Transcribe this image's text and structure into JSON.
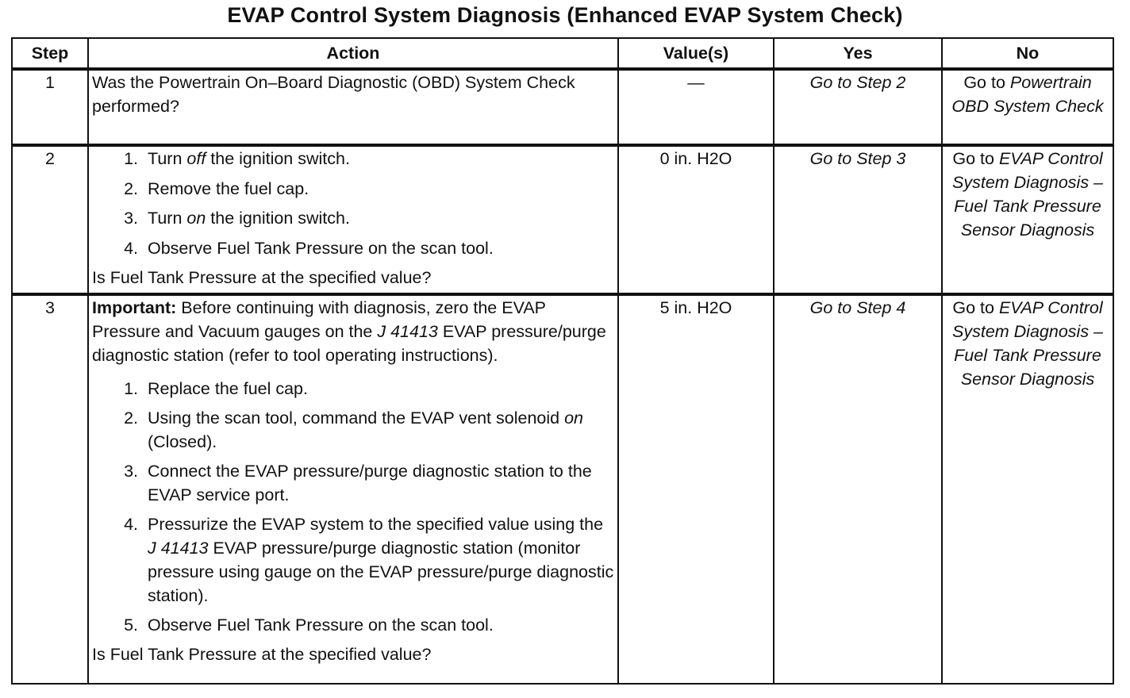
{
  "title": "EVAP Control System Diagnosis (Enhanced EVAP System Check)",
  "headers": {
    "step": "Step",
    "action": "Action",
    "value": "Value(s)",
    "yes": "Yes",
    "no": "No"
  },
  "rows": [
    {
      "step": "1",
      "question": "Was the Powertrain On–Board Diagnostic (OBD) System Check performed?",
      "value": "—",
      "yes": "Go to Step 2",
      "no_lead": "Go to",
      "no_ref": "Powertrain OBD System Check"
    },
    {
      "step": "2",
      "items": [
        {
          "pre": "Turn ",
          "em": "off",
          "post": " the ignition switch."
        },
        {
          "pre": "Remove the fuel cap.",
          "em": "",
          "post": ""
        },
        {
          "pre": "Turn ",
          "em": "on",
          "post": " the ignition switch."
        },
        {
          "pre": "Observe Fuel Tank Pressure on the scan tool.",
          "em": "",
          "post": ""
        }
      ],
      "question": "Is Fuel Tank Pressure at the specified value?",
      "value": "0 in. H2O",
      "yes": "Go to Step 3",
      "no_lead": "Go to",
      "no_ref": "EVAP Control System Diagnosis – Fuel Tank Pressure Sensor Diagnosis"
    },
    {
      "step": "3",
      "note_label": "Important:",
      "note_pre": " Before continuing with diagnosis, zero the EVAP Pressure and Vacuum gauges on the ",
      "note_tool": "J 41413",
      "note_post": " EVAP pressure/purge diagnostic station (refer to tool operating instructions).",
      "items": [
        {
          "pre": "Replace the fuel cap.",
          "em": "",
          "post": ""
        },
        {
          "pre": "Using the scan tool, command the EVAP vent solenoid ",
          "em": "on",
          "post": " (Closed)."
        },
        {
          "pre": "Connect the EVAP pressure/purge diagnostic station to the EVAP service port.",
          "em": "",
          "post": ""
        },
        {
          "pre": "Pressurize the EVAP system to the specified value using the ",
          "em": "J 41413",
          "post": " EVAP pressure/purge diagnostic station (monitor pressure using gauge on the EVAP pressure/purge diagnostic station)."
        },
        {
          "pre": "Observe Fuel Tank Pressure on the scan tool.",
          "em": "",
          "post": ""
        }
      ],
      "question": "Is Fuel Tank Pressure at the specified value?",
      "value": "5 in. H2O",
      "yes": "Go to Step 4",
      "no_lead": "Go to",
      "no_ref": "EVAP Control System Diagnosis – Fuel Tank Pressure Sensor Diagnosis"
    }
  ]
}
